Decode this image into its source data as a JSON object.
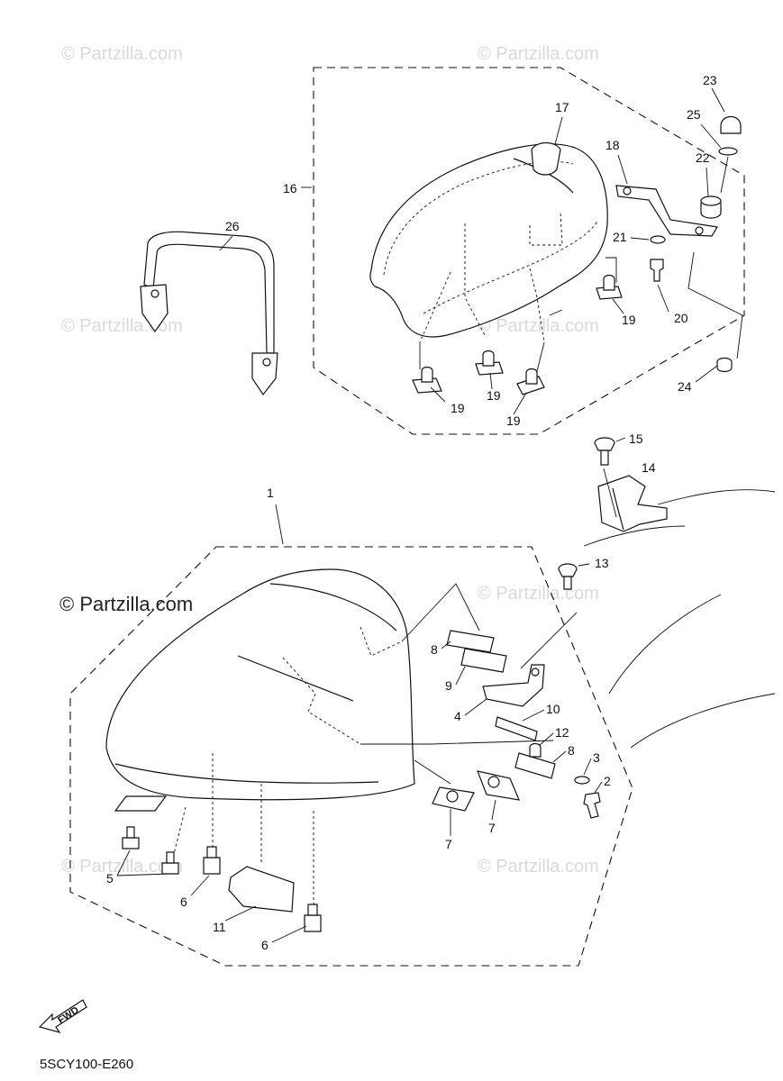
{
  "watermark": {
    "text": "© Partzilla.com"
  },
  "brand_logo": {
    "text": "© Partzilla.com"
  },
  "diagram_code": "5SCY100-E260",
  "fwd_label": "FWD",
  "callouts": {
    "c1": "1",
    "c2": "2",
    "c3": "3",
    "c4": "4",
    "c5": "5",
    "c6a": "6",
    "c6b": "6",
    "c7a": "7",
    "c7b": "7",
    "c8a": "8",
    "c8b": "8",
    "c9": "9",
    "c10": "10",
    "c11": "11",
    "c12": "12",
    "c13": "13",
    "c14": "14",
    "c15": "15",
    "c16": "16",
    "c17": "17",
    "c18": "18",
    "c19a": "19",
    "c19b": "19",
    "c19c": "19",
    "c19d": "19",
    "c20": "20",
    "c21": "21",
    "c22": "22",
    "c23": "23",
    "c24": "24",
    "c25": "25",
    "c26": "26"
  },
  "colors": {
    "line": "#111111",
    "watermark": "#d9d9d9",
    "background": "#ffffff"
  }
}
